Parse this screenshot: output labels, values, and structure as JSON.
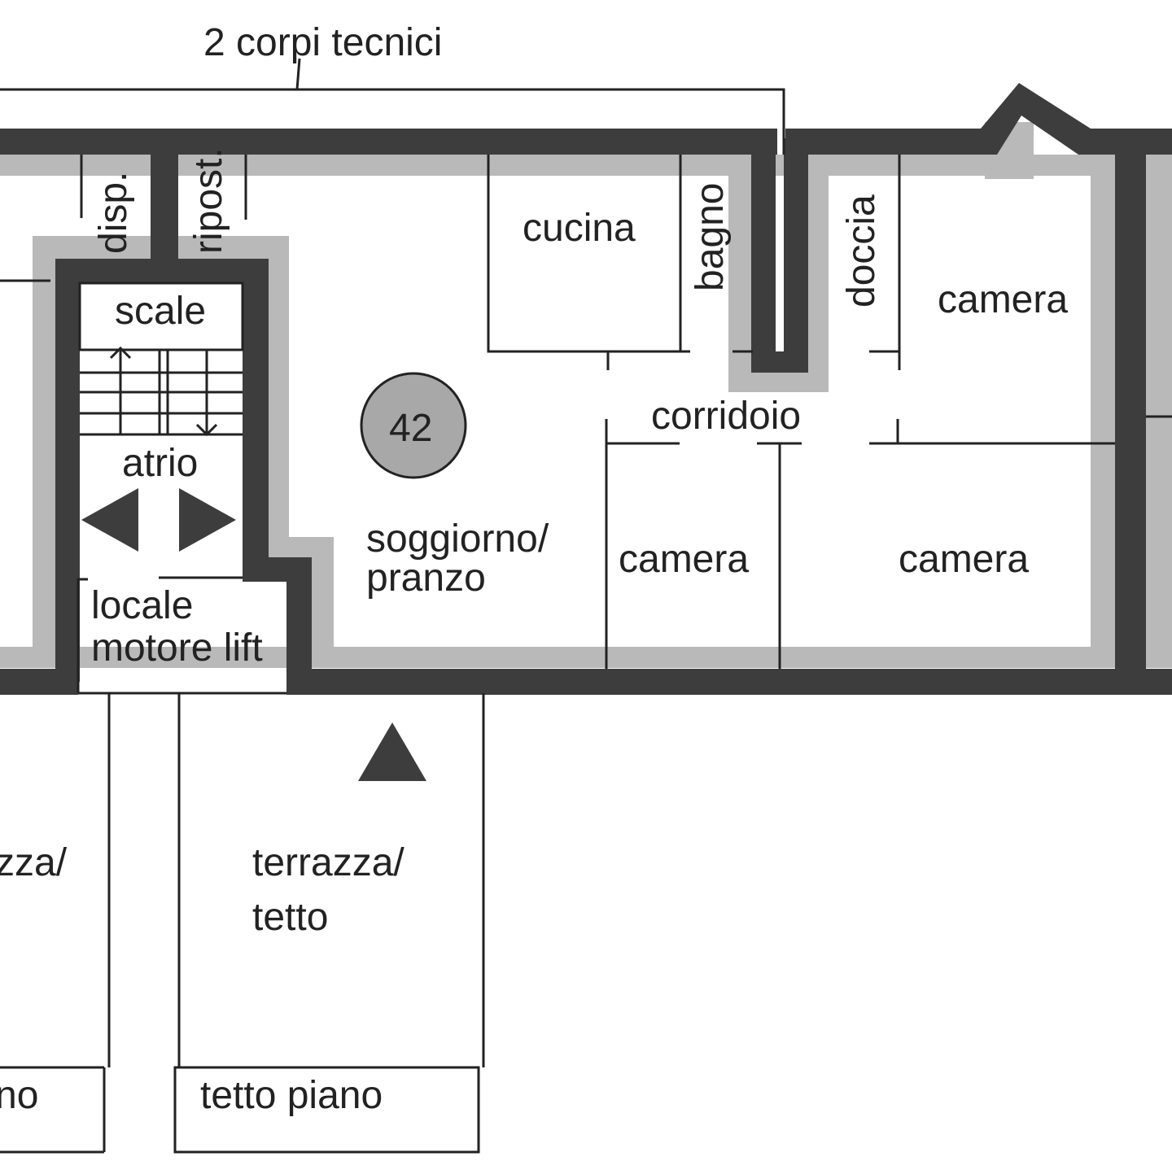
{
  "labels": {
    "corpi_tecnici": "2 corpi tecnici",
    "disp": "disp.",
    "ripost": "ripost.",
    "cucina": "cucina",
    "bagno": "bagno",
    "doccia": "doccia",
    "camera_ne": "camera",
    "scale": "scale",
    "atrio": "atrio",
    "locale_1": "locale",
    "locale_2": "motore lift",
    "corridoio": "corridoio",
    "unit_number": "42",
    "soggiorno_1": "soggiorno/",
    "soggiorno_2": "pranzo",
    "camera_center": "camera",
    "camera_right": "camera",
    "terrazza_left_1": "zza/",
    "terrazza_left_2": "no",
    "terrazza_1": "terrazza/",
    "terrazza_2": "tetto",
    "tetto_piano": "tetto piano"
  },
  "colors": {
    "wall": "#3d3d3d",
    "insulation": "#b9b9b9",
    "line": "#222222",
    "marker_fill": "#a8a8a8"
  },
  "icons": [
    "arrow-left-icon",
    "arrow-right-icon",
    "north-triangle-icon"
  ]
}
